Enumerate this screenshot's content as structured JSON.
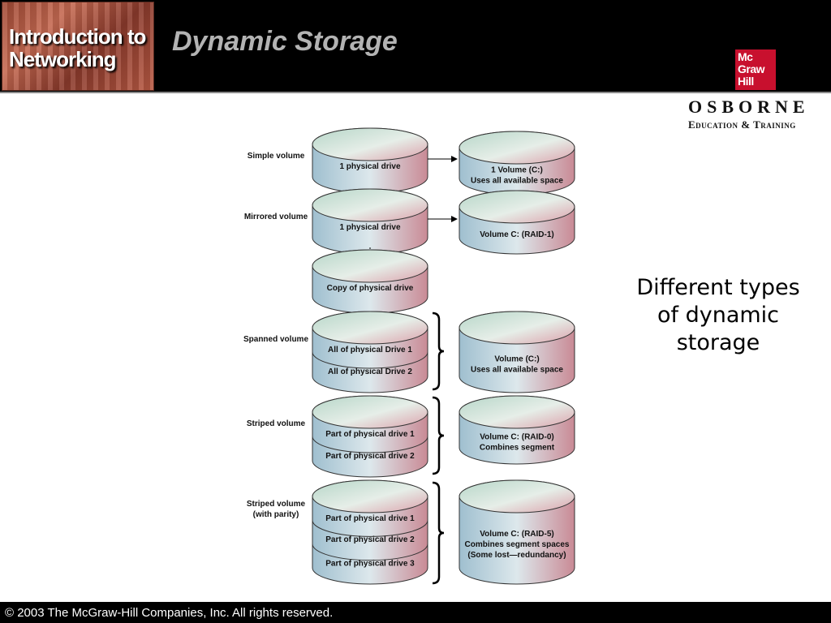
{
  "header": {
    "course_logo_text": "Introduction to Networking",
    "course_logo_line1": "Introduction to",
    "course_logo_line2": "Networking",
    "title": "Dynamic Storage"
  },
  "publisher": {
    "mcgraw_logo_text": "Mc Graw Hill",
    "osborne": "OSBORNE",
    "osborne_tagline": "Education & Training"
  },
  "caption": "Different types of dynamic storage",
  "footer": {
    "copyright": "© 2003 The McGraw-Hill Companies, Inc. All rights reserved."
  },
  "diagram": {
    "rows": [
      {
        "label": [
          "Simple volume"
        ],
        "left_segments": [
          "1 physical drive"
        ],
        "right_lines": [
          "1 Volume (C:)",
          "Uses all available space"
        ]
      },
      {
        "label": [
          "Mirrored volume"
        ],
        "left_segments": [
          "1 physical drive"
        ],
        "right_lines": [
          "Volume C: (RAID-1)"
        ],
        "copy_segment": "Copy of physical drive"
      },
      {
        "label": [
          "Spanned volume"
        ],
        "left_segments": [
          "All of physical Drive 1",
          "All of physical Drive 2"
        ],
        "right_lines": [
          "Volume (C:)",
          "Uses all available space"
        ]
      },
      {
        "label": [
          "Striped volume"
        ],
        "left_segments": [
          "Part of physical drive 1",
          "Part of physical drive 2"
        ],
        "right_lines": [
          "Volume C: (RAID-0)",
          "Combines segment"
        ]
      },
      {
        "label": [
          "Striped volume",
          "(with parity)"
        ],
        "left_segments": [
          "Part of physical drive 1",
          "Part of physical drive 2",
          "Part of physical drive 3"
        ],
        "right_lines": [
          "Volume C: (RAID-5)",
          "Combines segment spaces",
          "(Some lost—redundancy)"
        ]
      }
    ],
    "colors": {
      "cylinder_left": "#9fbfcf",
      "cylinder_mid": "#d9e6ea",
      "cylinder_right": "#c98a95",
      "outline": "#333333"
    }
  }
}
